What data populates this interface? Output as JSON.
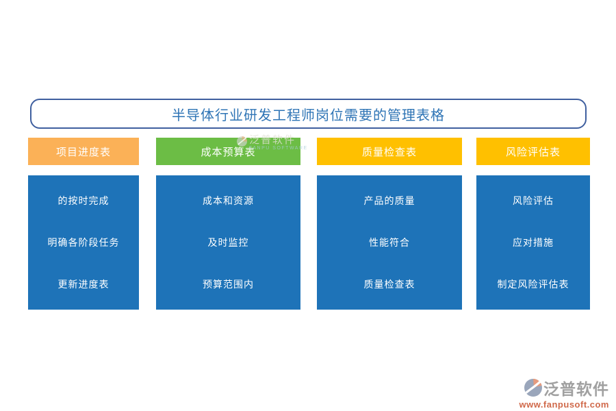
{
  "page": {
    "title": "半导体行业研发工程师岗位需要的管理表格"
  },
  "columns": [
    {
      "header": "项目进度表",
      "header_bg": "#FBB157",
      "items": [
        "的按时完成",
        "明确各阶段任务",
        "更新进度表"
      ]
    },
    {
      "header": "成本预算表",
      "header_bg": "#6CBD45",
      "items": [
        "成本和资源",
        "及时监控",
        "预算范围内"
      ]
    },
    {
      "header": "质量检查表",
      "header_bg": "#FFC000",
      "items": [
        "产品的质量",
        "性能符合",
        "质量检查表"
      ]
    },
    {
      "header": "风险评估表",
      "header_bg": "#FFC000",
      "items": [
        "风险评估",
        "应对措施",
        "制定风险评估表"
      ]
    }
  ],
  "colors": {
    "body_bg": "#1E73B8",
    "title_text": "#2E74B5",
    "title_border": "#3F5F9F",
    "header_text": "#FFFFFF",
    "item_text": "#FFFFFF",
    "footer_brand_text": "#A0A0A0",
    "footer_url_text": "#D0694A",
    "logo_gray_blue": "#9AA6BB",
    "logo_salmon": "#E59B7E"
  },
  "watermark": {
    "brand": "泛普软件",
    "brand_en": "FANPU SOFTWARE",
    "icon": "fanpu-circle-logo"
  },
  "footer": {
    "brand": "泛普软件",
    "url": "www.fanpusoft.com",
    "icon": "fanpu-circle-logo"
  }
}
